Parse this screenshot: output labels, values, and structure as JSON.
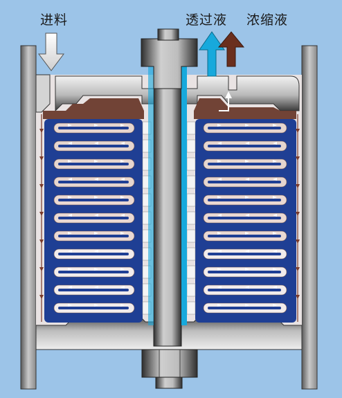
{
  "labels": {
    "feed": "进料",
    "permeate": "透过液",
    "concentrate": "浓缩液"
  },
  "colors": {
    "background": "#9cc4e8",
    "membrane_blue": "#1f3f94",
    "permeate_arrow": "#17a9dc",
    "concentrate_arrow": "#6a2f1e",
    "metal_dark": "#3a3a3a",
    "metal_light": "#d8d8d8"
  },
  "icons": [
    "feed-arrow-icon",
    "permeate-arrow-icon",
    "concentrate-arrow-icon",
    "bolt-icon",
    "nut-icon"
  ]
}
